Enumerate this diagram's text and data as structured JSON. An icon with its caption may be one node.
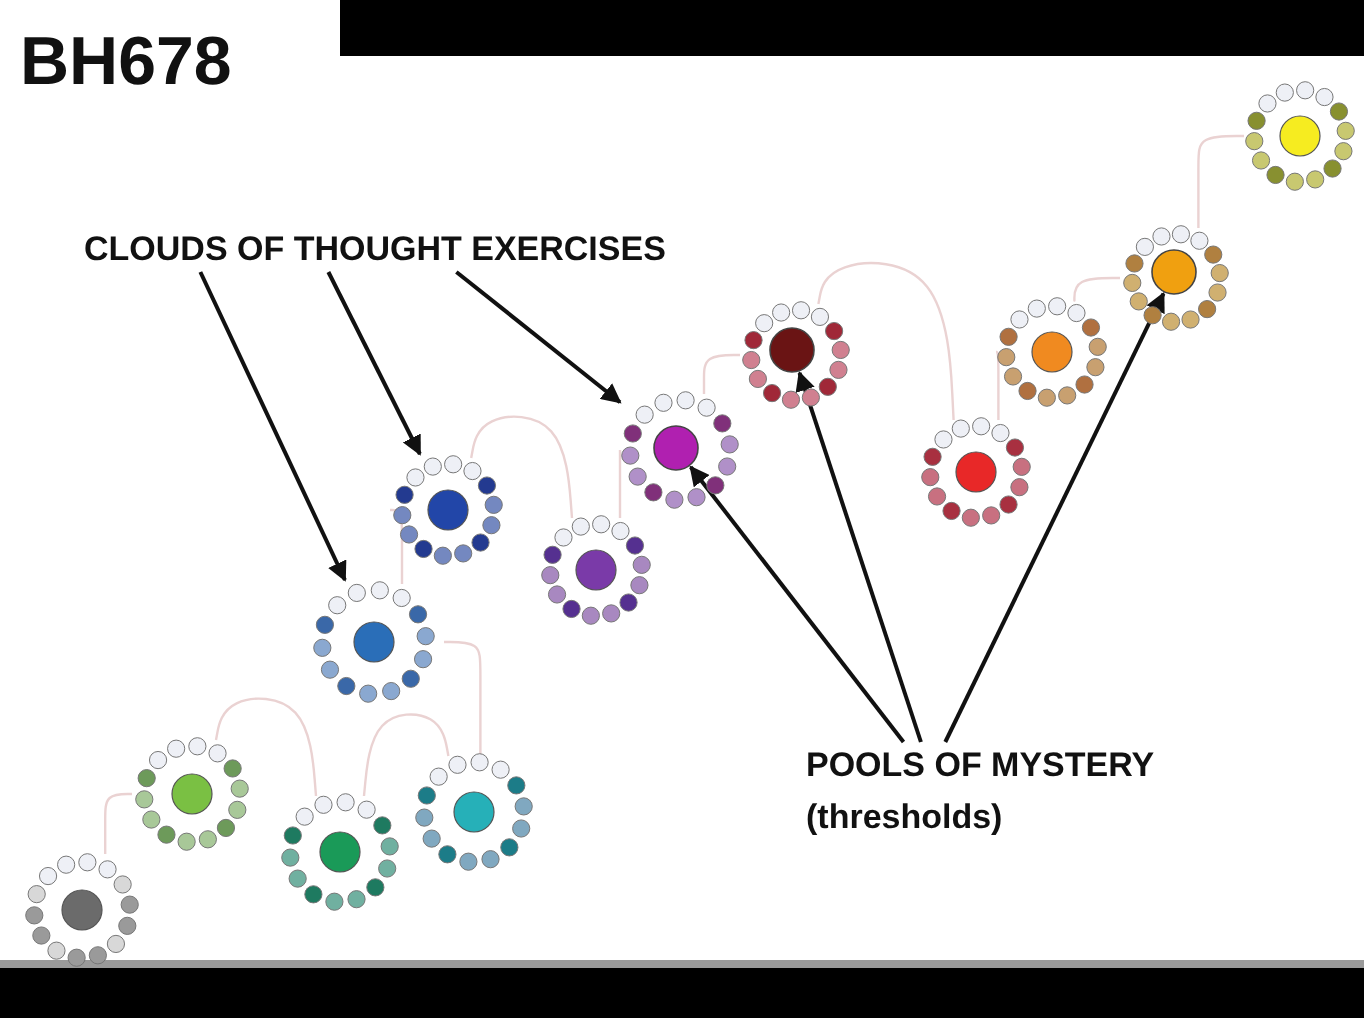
{
  "diagram": {
    "title": "BH678",
    "nodes": [
      {
        "text": [
          "CLOUDS OF THOUGHT EXERCISES"
        ]
      },
      {
        "text": [],
        "shape": "cloud"
      },
      {
        "text": [],
        "shape": "cloud"
      },
      {
        "text": [],
        "shape": "cloud"
      },
      {
        "text": [],
        "shape": "cloud"
      },
      {
        "text": [],
        "shape": "cloud"
      },
      {
        "text": [],
        "shape": "cloud"
      },
      {
        "text": [],
        "shape": "cloud"
      },
      {
        "text": [],
        "shape": "cloud"
      },
      {
        "text": [],
        "shape": "circle",
        "in": 8
      },
      {
        "text": [],
        "shape": "cloud"
      },
      {
        "text": [],
        "shape": "circle",
        "in": 10
      },
      {
        "text": [],
        "shape": "cloud"
      },
      {
        "text": [],
        "shape": "cloud"
      },
      {
        "text": [],
        "shape": "cloud"
      },
      {
        "text": [],
        "shape": "circle",
        "in": 14
      },
      {
        "text": [],
        "shape": "cloud"
      },
      {
        "text": [
          "POOLS OF MYSTERY",
          "(thresholds)"
        ]
      }
    ],
    "edges": [
      {
        "from": 1,
        "to": 2,
        "arrow": "none",
        "color": "#ead2d2"
      },
      {
        "from": 2,
        "to": 3,
        "arrow": "none",
        "color": "#ead2d2"
      },
      {
        "from": 3,
        "to": 4,
        "arrow": "none",
        "color": "#ead2d2"
      },
      {
        "from": 4,
        "to": 5,
        "arrow": "none",
        "color": "#ead2d2"
      },
      {
        "from": 5,
        "to": 6,
        "arrow": "none",
        "color": "#ead2d2"
      },
      {
        "from": 6,
        "to": 7,
        "arrow": "none",
        "color": "#ead2d2"
      },
      {
        "from": 7,
        "to": 8,
        "arrow": "none",
        "color": "#ead2d2"
      },
      {
        "from": 8,
        "to": 10,
        "arrow": "none",
        "color": "#ead2d2"
      },
      {
        "from": 10,
        "to": 12,
        "arrow": "none",
        "color": "#ead2d2"
      },
      {
        "from": 12,
        "to": 13,
        "arrow": "none",
        "color": "#ead2d2"
      },
      {
        "from": 13,
        "to": 14,
        "arrow": "none",
        "color": "#ead2d2"
      },
      {
        "from": 14,
        "to": 16,
        "arrow": "none",
        "color": "#ead2d2"
      },
      {
        "from": 0,
        "to": 5,
        "arrow": "to",
        "color": "#111111"
      },
      {
        "from": 0,
        "to": 6,
        "arrow": "to",
        "color": "#111111"
      },
      {
        "from": 0,
        "to": 8,
        "arrow": "to",
        "color": "#111111"
      },
      {
        "from": 17,
        "to": 9,
        "arrow": "to",
        "color": "#111111"
      },
      {
        "from": 17,
        "to": 11,
        "arrow": "to",
        "color": "#111111"
      },
      {
        "from": 17,
        "to": 15,
        "arrow": "to",
        "color": "#111111"
      }
    ]
  }
}
